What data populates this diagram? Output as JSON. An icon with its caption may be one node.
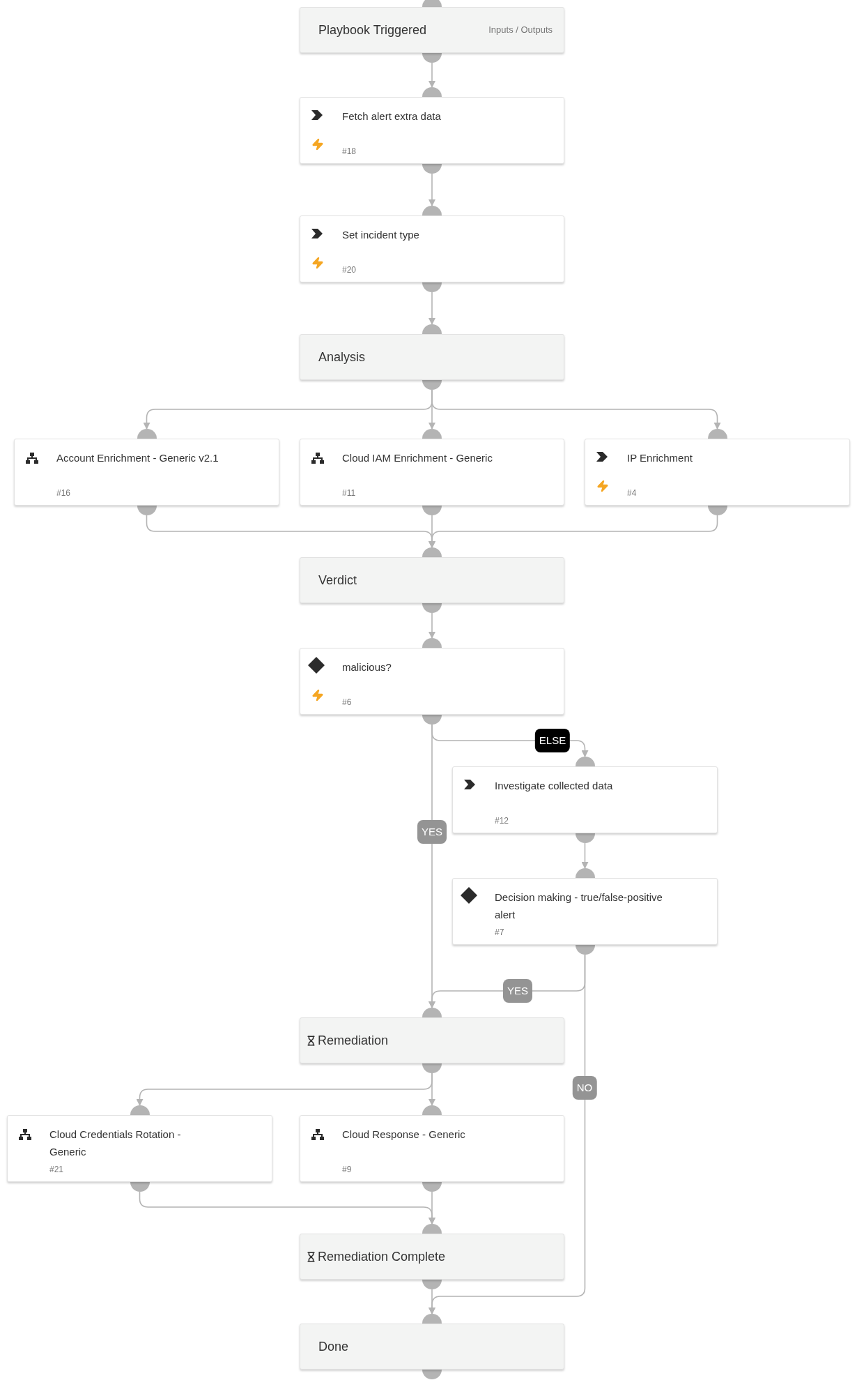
{
  "diagram": {
    "nodes": [
      {
        "text": [
          "Playbook Triggered",
          "Inputs / Outputs"
        ]
      },
      {
        "text": [
          "Fetch alert extra data",
          "#18"
        ]
      },
      {
        "text": [
          "Set incident type",
          "#20"
        ]
      },
      {
        "text": [
          "Analysis"
        ]
      },
      {
        "text": [
          "Account Enrichment - Generic v2.1",
          "#16"
        ]
      },
      {
        "text": [
          "Cloud IAM Enrichment - Generic",
          "#11"
        ]
      },
      {
        "text": [
          "IP Enrichment",
          "#4"
        ]
      },
      {
        "text": [
          "Verdict"
        ]
      },
      {
        "text": [
          "malicious?",
          "#6"
        ]
      },
      {
        "text": [
          "Investigate collected data",
          "#12"
        ]
      },
      {
        "text": [
          "Decision making - true/false-positive alert",
          "#7"
        ]
      },
      {
        "text": [
          "Remediation"
        ]
      },
      {
        "text": [
          "Cloud Credentials Rotation - Generic",
          "#21"
        ]
      },
      {
        "text": [
          "Cloud Response - Generic",
          "#9"
        ]
      },
      {
        "text": [
          "Remediation Complete"
        ]
      },
      {
        "text": [
          "Done"
        ]
      }
    ],
    "edges": [
      {
        "from": 0,
        "to": 1,
        "arrow": "to"
      },
      {
        "from": 1,
        "to": 2,
        "arrow": "to"
      },
      {
        "from": 2,
        "to": 3,
        "arrow": "to"
      },
      {
        "from": 3,
        "to": 4,
        "arrow": "to"
      },
      {
        "from": 3,
        "to": 5,
        "arrow": "to"
      },
      {
        "from": 3,
        "to": 6,
        "arrow": "to"
      },
      {
        "from": 4,
        "to": 7,
        "arrow": "to"
      },
      {
        "from": 5,
        "to": 7,
        "arrow": "to"
      },
      {
        "from": 6,
        "to": 7,
        "arrow": "to"
      },
      {
        "from": 7,
        "to": 8,
        "arrow": "to"
      },
      {
        "from": 8,
        "to": 9,
        "arrow": "to",
        "label": "ELSE"
      },
      {
        "from": 8,
        "to": 11,
        "arrow": "to",
        "label": "YES"
      },
      {
        "from": 9,
        "to": 10,
        "arrow": "to"
      },
      {
        "from": 10,
        "to": 11,
        "arrow": "to",
        "label": "YES"
      },
      {
        "from": 10,
        "to": 15,
        "arrow": "to",
        "label": "NO"
      },
      {
        "from": 11,
        "to": 12,
        "arrow": "to"
      },
      {
        "from": 11,
        "to": 13,
        "arrow": "to"
      },
      {
        "from": 12,
        "to": 14,
        "arrow": "to"
      },
      {
        "from": 13,
        "to": 14,
        "arrow": "to"
      },
      {
        "from": 14,
        "to": 15,
        "arrow": "to"
      }
    ]
  }
}
